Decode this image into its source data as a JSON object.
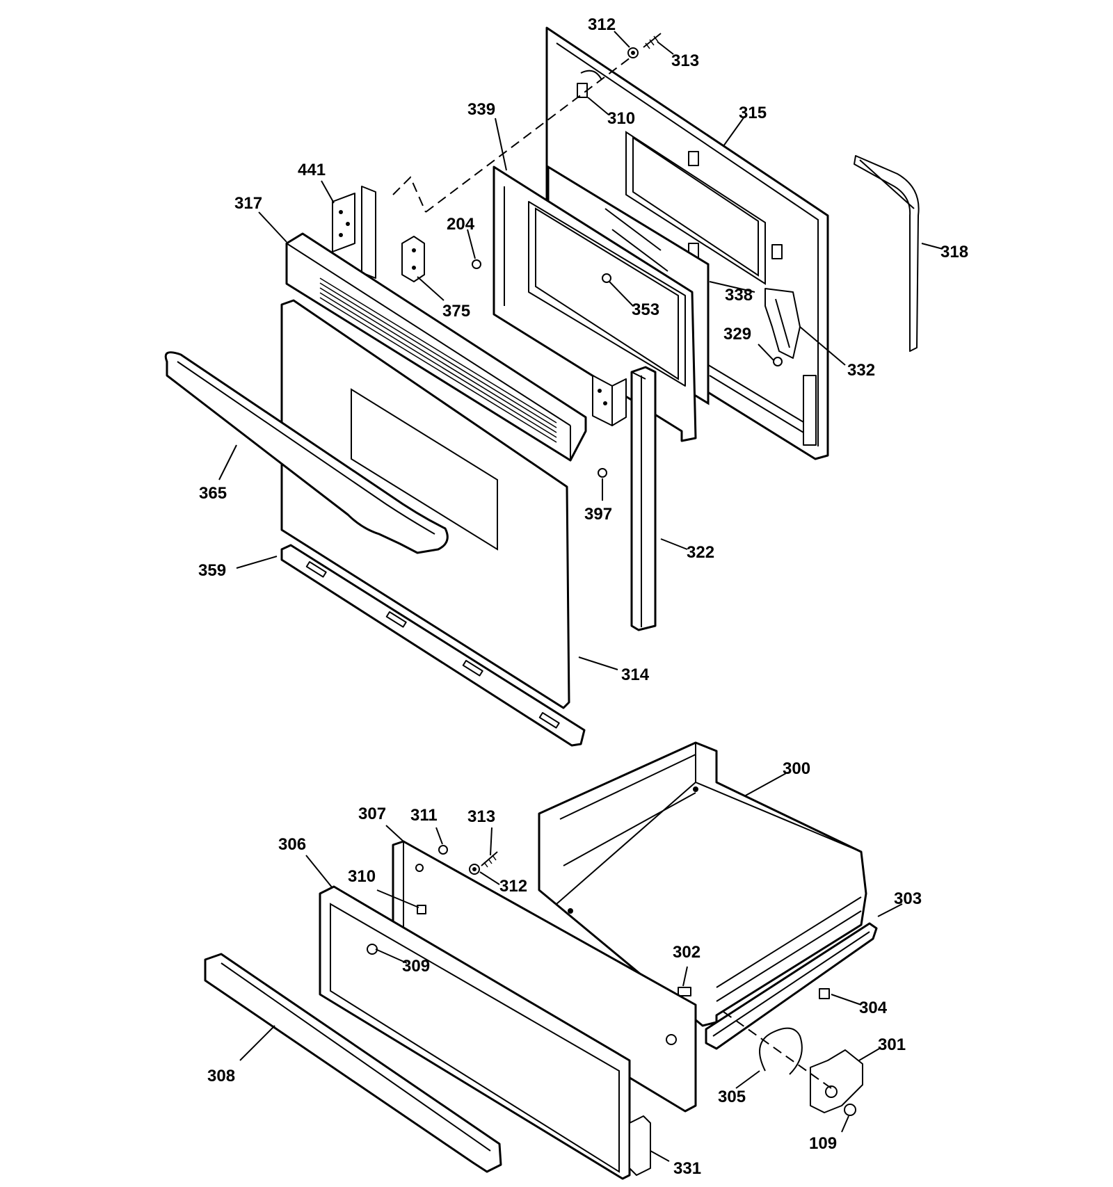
{
  "diagram": {
    "callouts": [
      {
        "id": "312",
        "label": "312"
      },
      {
        "id": "313",
        "label": "313"
      },
      {
        "id": "310",
        "label": "310"
      },
      {
        "id": "339",
        "label": "339"
      },
      {
        "id": "315",
        "label": "315"
      },
      {
        "id": "441",
        "label": "441"
      },
      {
        "id": "317",
        "label": "317"
      },
      {
        "id": "204",
        "label": "204"
      },
      {
        "id": "318",
        "label": "318"
      },
      {
        "id": "375",
        "label": "375"
      },
      {
        "id": "338",
        "label": "338"
      },
      {
        "id": "353",
        "label": "353"
      },
      {
        "id": "329",
        "label": "329"
      },
      {
        "id": "332",
        "label": "332"
      },
      {
        "id": "365",
        "label": "365"
      },
      {
        "id": "397",
        "label": "397"
      },
      {
        "id": "322",
        "label": "322"
      },
      {
        "id": "359",
        "label": "359"
      },
      {
        "id": "314",
        "label": "314"
      },
      {
        "id": "300",
        "label": "300"
      },
      {
        "id": "307",
        "label": "307"
      },
      {
        "id": "311",
        "label": "311"
      },
      {
        "id": "313b",
        "label": "313"
      },
      {
        "id": "306",
        "label": "306"
      },
      {
        "id": "310b",
        "label": "310"
      },
      {
        "id": "312b",
        "label": "312"
      },
      {
        "id": "303",
        "label": "303"
      },
      {
        "id": "309",
        "label": "309"
      },
      {
        "id": "302",
        "label": "302"
      },
      {
        "id": "304",
        "label": "304"
      },
      {
        "id": "301",
        "label": "301"
      },
      {
        "id": "308",
        "label": "308"
      },
      {
        "id": "305",
        "label": "305"
      },
      {
        "id": "109",
        "label": "109"
      },
      {
        "id": "331",
        "label": "331"
      }
    ]
  }
}
